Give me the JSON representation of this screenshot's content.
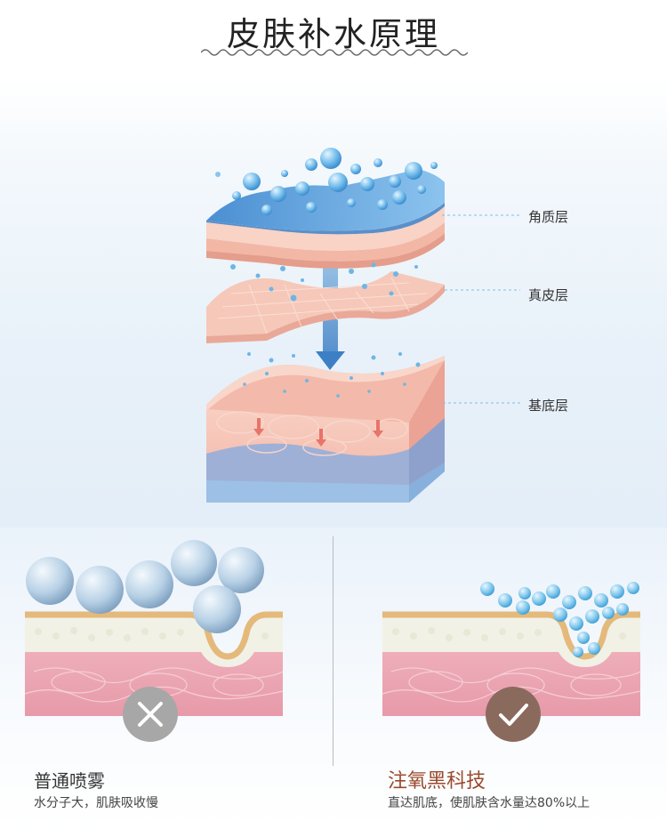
{
  "header": {
    "title": "皮肤补水原理"
  },
  "layers": [
    {
      "label": "角质层"
    },
    {
      "label": "真皮层"
    },
    {
      "label": "基底层"
    }
  ],
  "comparison": {
    "left": {
      "title": "普通喷雾",
      "description": "水分子大，肌肤吸收慢",
      "icon": "cross-icon"
    },
    "right": {
      "title": "注氧黑科技",
      "description": "直达肌底，使肌肤含水量达80%以上",
      "icon": "check-icon"
    }
  },
  "colors": {
    "water_blue": "#6cb6e6",
    "skin_pink": "#f4c2b6",
    "accent_brown": "#9a4a2e",
    "badge_grey": "#a7a7a8",
    "badge_brown": "#8b6a5e"
  }
}
